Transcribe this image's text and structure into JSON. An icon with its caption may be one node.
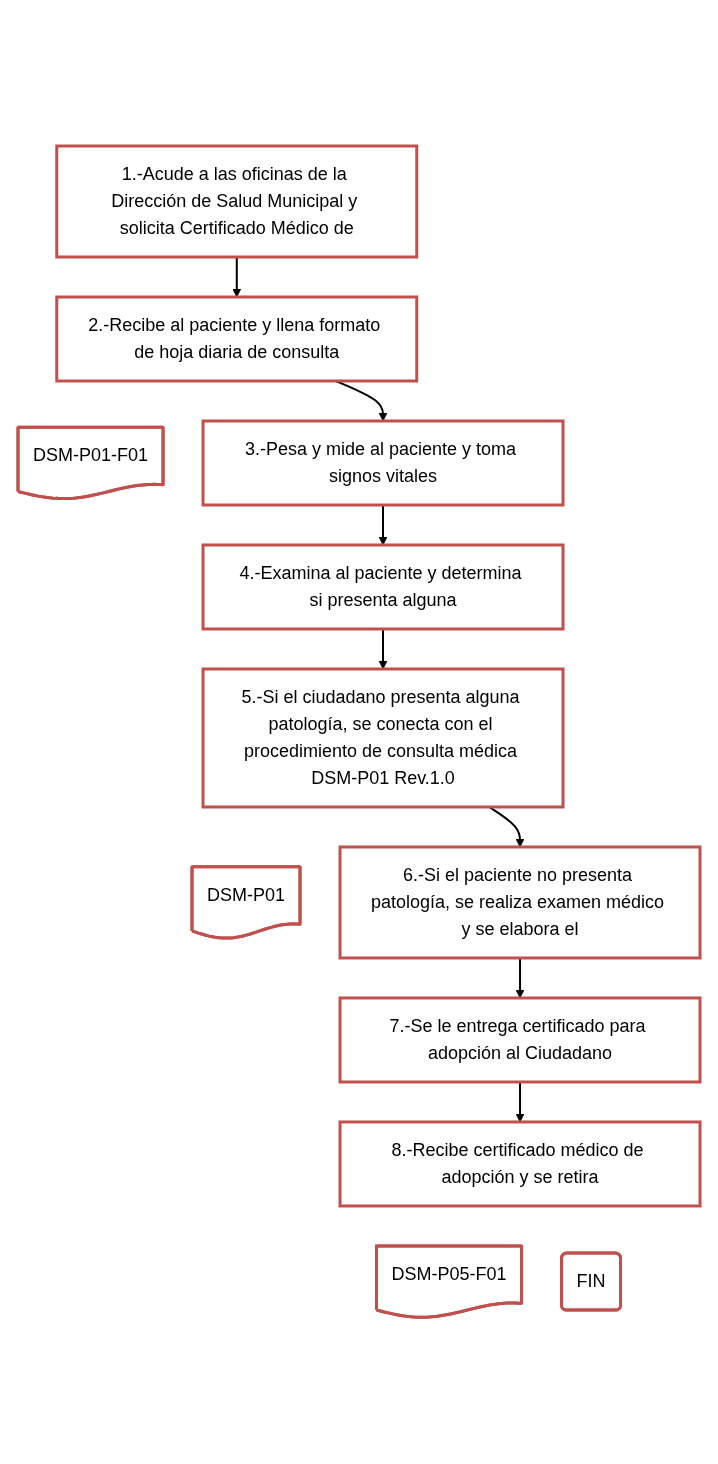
{
  "diagram": {
    "nodes": [
      {
        "text": [
          "1.-Acude a las oficinas de la Dirección de Salud Municipal y solicita Certificado Médico de"
        ]
      },
      {
        "text": [
          "2.-Recibe al paciente y llena formato de hoja diaria de consulta"
        ]
      },
      {
        "text": [
          "DSM-P01-F01"
        ]
      },
      {
        "text": [
          "3.-Pesa y mide al paciente y toma signos vitales"
        ]
      },
      {
        "text": [
          "4.-Examina al paciente y determina si presenta alguna"
        ]
      },
      {
        "text": [
          "5.-Si el ciudadano presenta alguna patología, se conecta con el procedimiento de consulta médica DSM-P01 Rev.1.0"
        ]
      },
      {
        "text": [
          "DSM-P01"
        ]
      },
      {
        "text": [
          "6.-Si el paciente no presenta patología, se realiza examen médico y se elabora el"
        ]
      },
      {
        "text": [
          "7.-Se le entrega certificado para adopción al Ciudadano"
        ]
      },
      {
        "text": [
          "8.-Recibe certificado médico de adopción y se retira"
        ]
      },
      {
        "text": [
          "DSM-P05-F01"
        ]
      },
      {
        "text": [
          "FIN"
        ]
      }
    ],
    "edges": [
      {
        "from": 0,
        "to": 1,
        "arrow": "to"
      },
      {
        "from": 1,
        "to": 3,
        "arrow": "to"
      },
      {
        "from": 3,
        "to": 4,
        "arrow": "to"
      },
      {
        "from": 4,
        "to": 5,
        "arrow": "to"
      },
      {
        "from": 5,
        "to": 7,
        "arrow": "to"
      },
      {
        "from": 7,
        "to": 8,
        "arrow": "to"
      },
      {
        "from": 8,
        "to": 9,
        "arrow": "to"
      }
    ]
  }
}
